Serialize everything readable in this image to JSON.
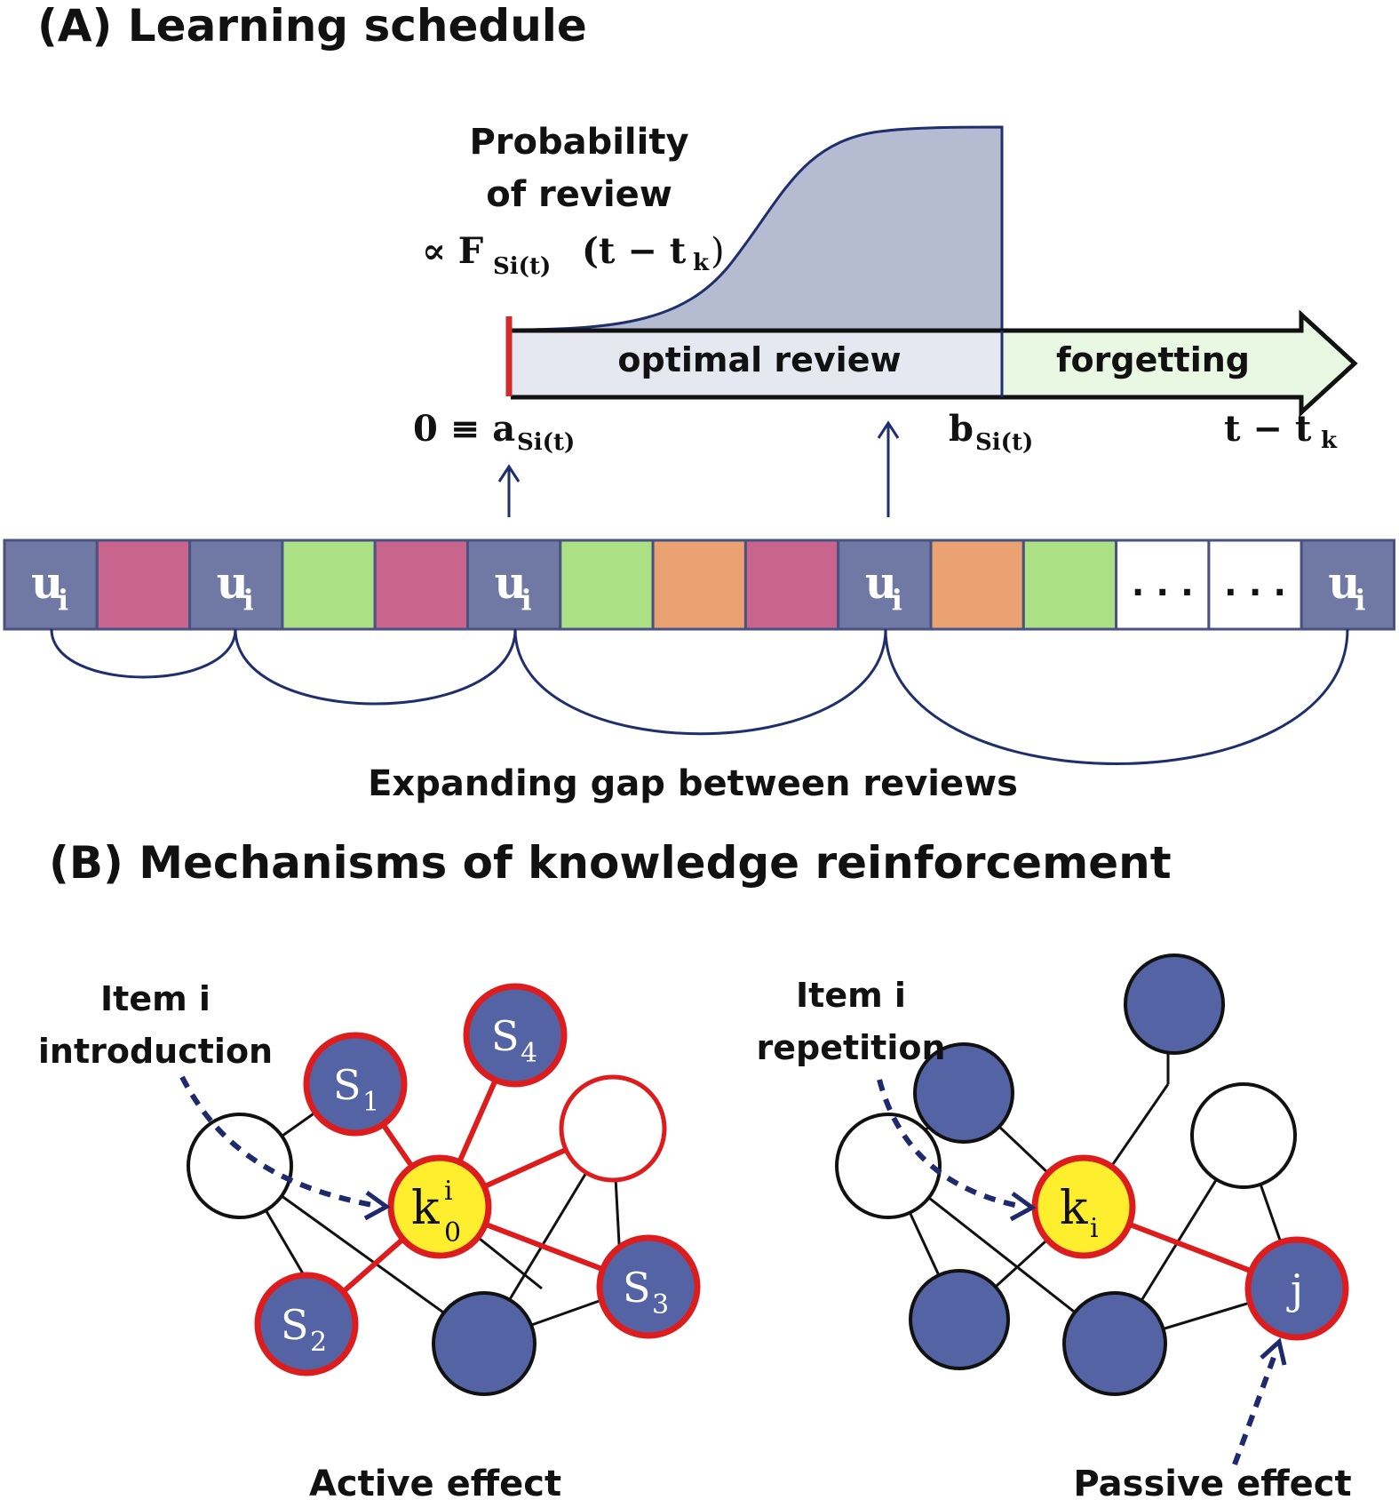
{
  "panel_a": {
    "title": "(A) Learning schedule",
    "curve_label_line1": "Probability",
    "curve_label_line2": "of review",
    "curve_formula_main": "∝ F",
    "curve_formula_sub": "Si(t)",
    "curve_formula_arg": "(t − t",
    "curve_formula_arg_sub": "k",
    "curve_formula_close": ")",
    "optimal_label": "optimal review",
    "forgetting_label": "forgetting",
    "a_label_prefix": "0 ≡ a",
    "a_label_sub": "Si(t)",
    "b_label": "b",
    "b_label_sub": "Si(t)",
    "t_label": "t − t",
    "t_label_sub": "k",
    "ui_label": "u",
    "ui_sub": "i",
    "ellipsis": ". . .",
    "sequence": [
      "ui",
      "pink",
      "ui",
      "green",
      "pink",
      "ui",
      "green",
      "orange",
      "pink",
      "ui",
      "orange",
      "green",
      "dots",
      "dots",
      "ui"
    ],
    "expanding_label": "Expanding gap between reviews",
    "colors": {
      "ui": "#6f79a3",
      "pink": "#c9648c",
      "green": "#abe084",
      "orange": "#eba272",
      "dots": "#ffffff",
      "curve_fill": "#b5bbd1",
      "optimal_fill": "#e5e8f1",
      "forgetting_fill": "#e9f8e2",
      "red": "#d42a2a",
      "navy": "#1f2f6e"
    }
  },
  "panel_b": {
    "title": "(B) Mechanisms of knowledge reinforcement",
    "left": {
      "item_line1": "Item i",
      "item_line2": "introduction",
      "center_main": "k",
      "center_sup": "i",
      "center_sub": "0",
      "s_main": "S",
      "s1_sub": "1",
      "s2_sub": "2",
      "s3_sub": "3",
      "s4_sub": "4",
      "caption": "Active effect"
    },
    "right": {
      "item_line1": "Item i",
      "item_line2": "repetition",
      "center_main": "k",
      "center_sub": "i",
      "j_label": "j",
      "caption": "Passive effect"
    },
    "colors": {
      "node_blue": "#5463a3",
      "node_yellow": "#ffee2e",
      "red": "#dd1d1d",
      "arrow": "#1e2a6b"
    }
  }
}
